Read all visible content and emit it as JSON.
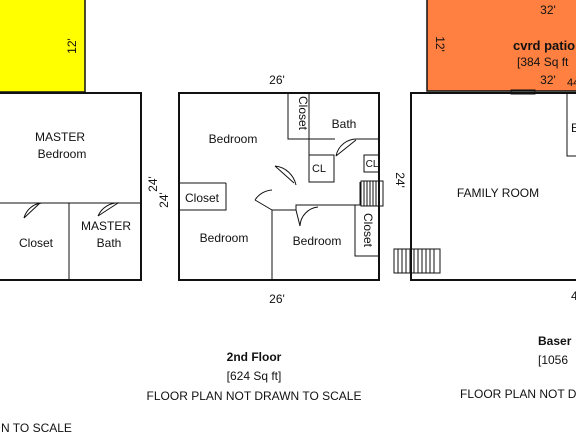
{
  "colors": {
    "master_addon_fill": "#ffff00",
    "patio_fill": "#ff8040",
    "wall": "#111111",
    "background": "#ffffff"
  },
  "left_plan": {
    "addon_dim": "12'",
    "master_bedroom_line1": "MASTER",
    "master_bedroom_line2": "Bedroom",
    "closet": "Closet",
    "master_bath_line1": "MASTER",
    "master_bath_line2": "Bath",
    "right_dim": "24'",
    "scale_note": "N TO SCALE"
  },
  "second_floor": {
    "top_dim": "26'",
    "bottom_dim": "26'",
    "left_dim": "24'",
    "right_dim": "24'",
    "bedroom_top": "Bedroom",
    "bedroom_left": "Bedroom",
    "bedroom_right": "Bedroom",
    "bath": "Bath",
    "closet_vertical_top": "Closet",
    "closet_left": "Closet",
    "closet_vertical_right": "Closet",
    "cl_1": "CL",
    "cl_2": "CL",
    "title": "2nd Floor",
    "area": "[624 Sq ft]",
    "scale_note": "FLOOR PLAN NOT DRAWN TO SCALE"
  },
  "basement": {
    "patio_top_dim": "32'",
    "patio_left_dim": "12'",
    "patio_label": "cvrd patio",
    "patio_area": "[384 Sq ft",
    "patio_bottom_dim": "32'",
    "patio_small_dim": "44",
    "family_room": "FAMILY ROOM",
    "edge_letter": "E",
    "bottom_dim": "4",
    "title": "Baser",
    "area": "[1056",
    "scale_note": "FLOOR PLAN NOT DRAWN TO SC"
  }
}
